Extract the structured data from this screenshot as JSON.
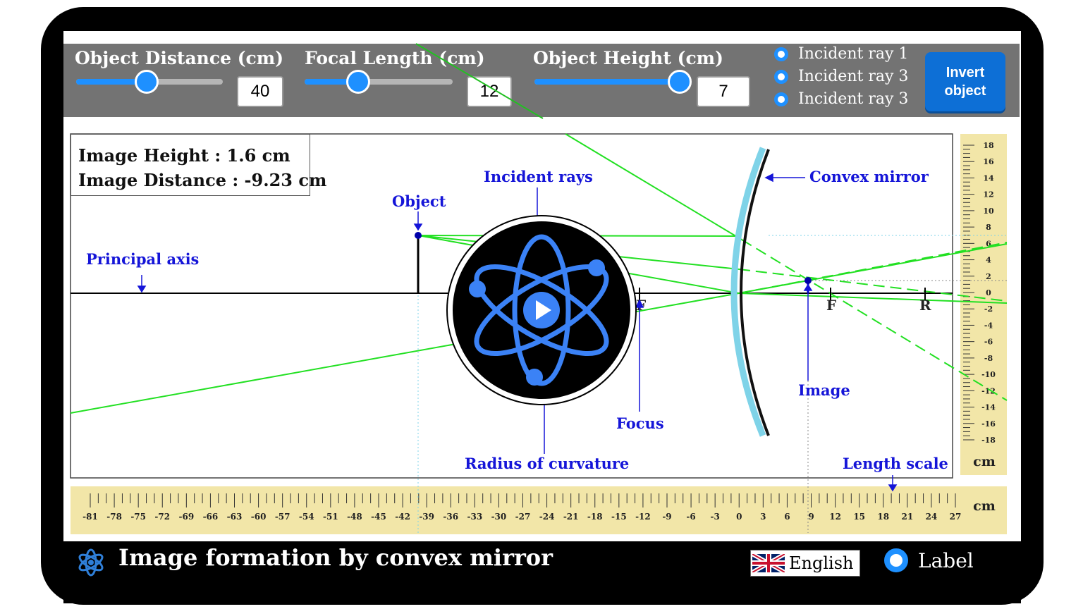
{
  "controls": {
    "object_distance": {
      "label": "Object Distance (cm)",
      "value": "40",
      "fraction": 0.48
    },
    "focal_length": {
      "label": "Focal Length (cm)",
      "value": "12",
      "fraction": 0.36
    },
    "object_height": {
      "label": "Object Height (cm)",
      "value": "7",
      "fraction": 1.0
    },
    "rays": [
      {
        "label": "Incident ray 1",
        "selected": true
      },
      {
        "label": "Incident ray 3",
        "selected": true
      },
      {
        "label": "Incident ray 3",
        "selected": true
      }
    ],
    "invert_button": {
      "line1": "Invert",
      "line2": "object"
    }
  },
  "info": {
    "image_height": "Image Height : 1.6 cm",
    "image_distance": "Image Distance : -9.23 cm"
  },
  "labels": {
    "incident_rays": "Incident rays",
    "object": "Object",
    "convex_mirror": "Convex mirror",
    "principal_axis": "Principal axis",
    "focus": "Focus",
    "image": "Image",
    "radius_of_curvature": "Radius of curvature",
    "length_scale": "Length scale",
    "f_marker": "F",
    "f_marker_right": "F",
    "r_marker": "R"
  },
  "scales": {
    "unit": "cm",
    "horizontal": [
      "-81",
      "-78",
      "-75",
      "-72",
      "-69",
      "-66",
      "-63",
      "-60",
      "-57",
      "-54",
      "-51",
      "-48",
      "-45",
      "-42",
      "-39",
      "-36",
      "-33",
      "-30",
      "-27",
      "-24",
      "-21",
      "-18",
      "-15",
      "-12",
      "-9",
      "-6",
      "-3",
      "0",
      "3",
      "6",
      "9",
      "12",
      "15",
      "18",
      "21",
      "24",
      "27"
    ],
    "vertical": [
      "18",
      "16",
      "14",
      "12",
      "10",
      "8",
      "6",
      "4",
      "2",
      "0",
      "-2",
      "-4",
      "-6",
      "-8",
      "-10",
      "-12",
      "-14",
      "-16",
      "-18"
    ]
  },
  "footer": {
    "title": "Image formation by convex mirror",
    "language": "English",
    "label_toggle": "Label"
  },
  "icons": {
    "logo": "atom-icon",
    "play": "play-icon",
    "flag": "uk-flag-icon",
    "fullscreen": "fullscreen-icon"
  },
  "colors": {
    "accent": "#1e90ff",
    "ray": "#22e022",
    "label": "#1515d8",
    "ruler": "#f2e6a8",
    "mirror_back": "#7fd3e8"
  }
}
